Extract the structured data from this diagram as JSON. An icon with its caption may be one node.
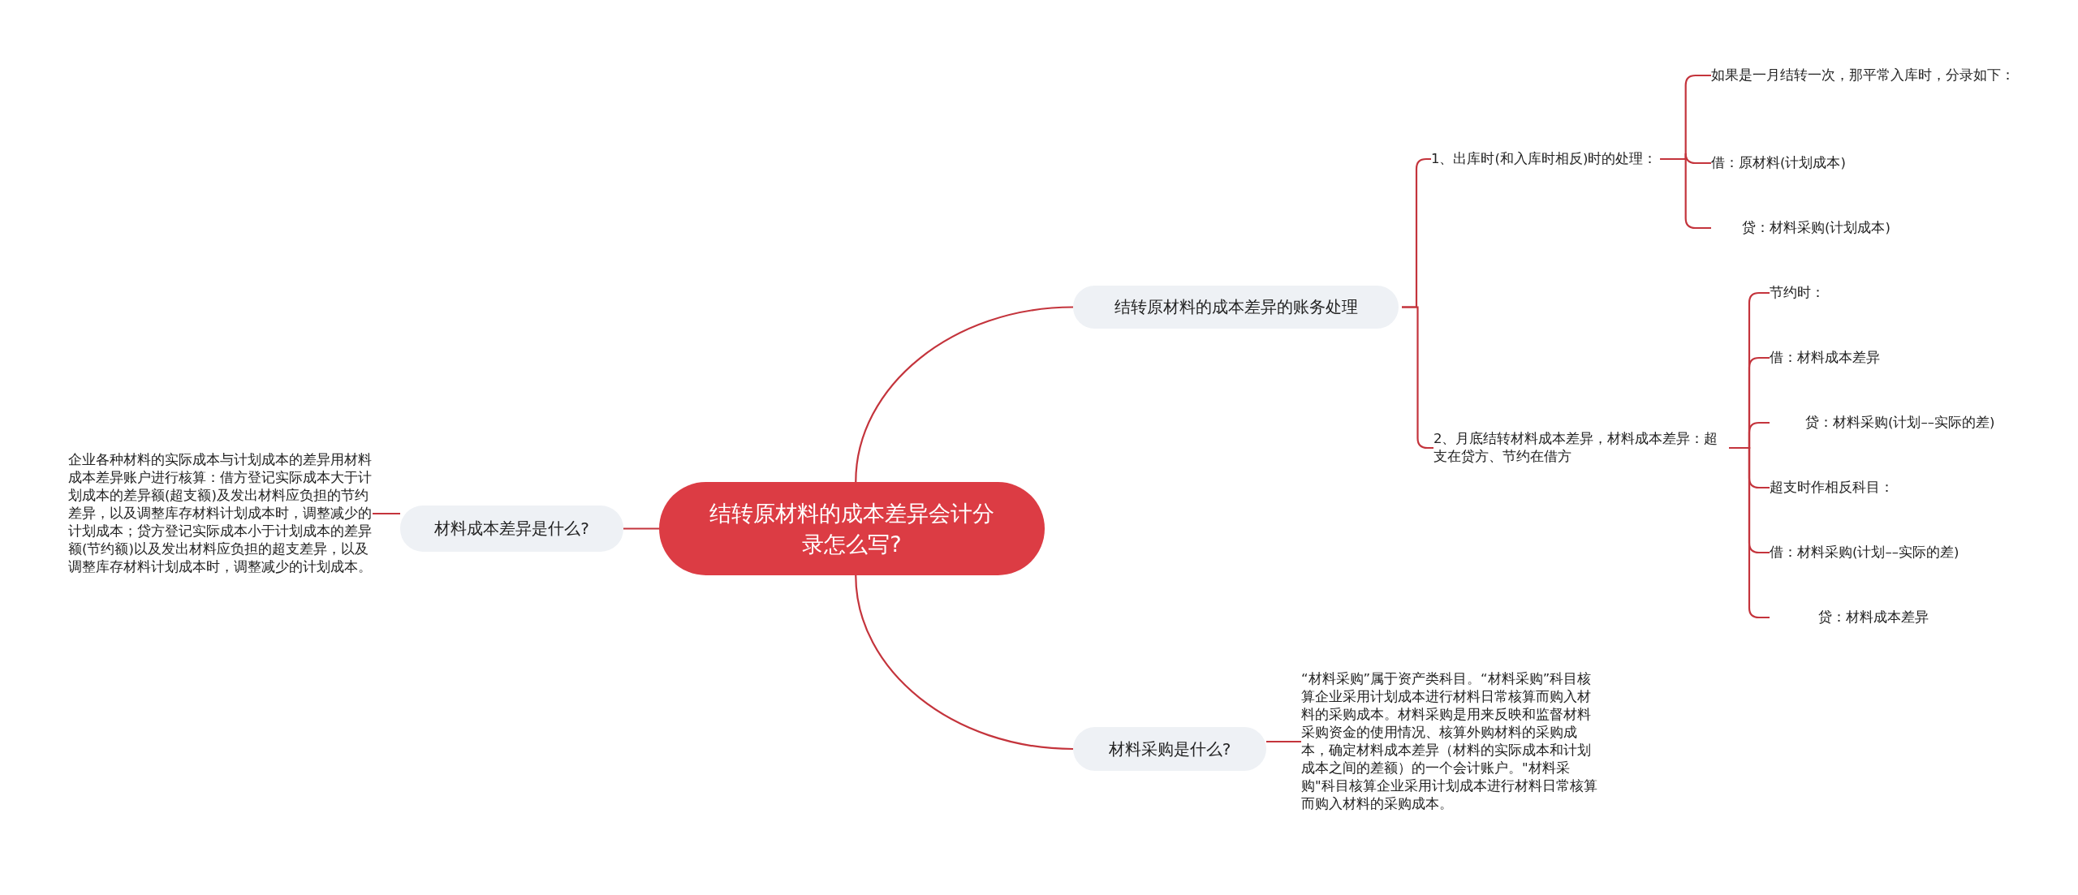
{
  "diagram": {
    "nodes": [
      {
        "text": [
          "结转原材料的成本差异会计分录怎么写?"
        ]
      },
      {
        "text": [
          "材料成本差异是什么?"
        ]
      },
      {
        "text": [
          "企业各种材料的实际成本与计划成本的差异用材料成本差异账户进行核算：借方登记实际成本大于计划成本的差异额(超支额)及发出材料应负担的节约差异，以及调整库存材料计划成本时，调整减少的计划成本；贷方登记实际成本小于计划成本的差异额(节约额)以及发出材料应负担的超支差异，以及调整库存材料计划成本时，调整减少的计划成本。"
        ]
      },
      {
        "text": [
          "结转原材料的成本差异的账务处理"
        ]
      },
      {
        "text": [
          "1、出库时(和入库时相反)时的处理："
        ]
      },
      {
        "text": [
          "如果是一月结转一次，那平常入库时，分录如下："
        ]
      },
      {
        "text": [
          "借：原材料(计划成本)"
        ]
      },
      {
        "text": [
          "贷：材料采购(计划成本)"
        ]
      },
      {
        "text": [
          "2、月底结转材料成本差异，材料成本差异：超支在贷方、节约在借方"
        ]
      },
      {
        "text": [
          "节约时："
        ]
      },
      {
        "text": [
          "借：材料成本差异"
        ]
      },
      {
        "text": [
          "贷：材料采购(计划––实际的差)"
        ]
      },
      {
        "text": [
          "超支时作相反科目："
        ]
      },
      {
        "text": [
          "借：材料采购(计划––实际的差)"
        ]
      },
      {
        "text": [
          "贷：材料成本差异"
        ]
      },
      {
        "text": [
          "材料采购是什么?"
        ]
      },
      {
        "text": [
          "“材料采购”属于资产类科目。“材料采购”科目核算企业采用计划成本进行材料日常核算而购入材料的采购成本。材料采购是用来反映和监督材料采购资金的使用情况、核算外购材料的采购成本，确定材料成本差异（材料的实际成本和计划成本之间的差额）的一个会计账户。\"材料采购\"科目核算企业采用计划成本进行材料日常核算而购入材料的采购成本。"
        ]
      }
    ],
    "edges": [
      {
        "from": 0,
        "to": 1,
        "arrow": "none"
      },
      {
        "from": 1,
        "to": 2,
        "arrow": "none"
      },
      {
        "from": 0,
        "to": 3,
        "arrow": "none"
      },
      {
        "from": 3,
        "to": 4,
        "arrow": "none"
      },
      {
        "from": 4,
        "to": 5,
        "arrow": "none"
      },
      {
        "from": 4,
        "to": 6,
        "arrow": "none"
      },
      {
        "from": 4,
        "to": 7,
        "arrow": "none"
      },
      {
        "from": 3,
        "to": 8,
        "arrow": "none"
      },
      {
        "from": 8,
        "to": 9,
        "arrow": "none"
      },
      {
        "from": 8,
        "to": 10,
        "arrow": "none"
      },
      {
        "from": 8,
        "to": 11,
        "arrow": "none"
      },
      {
        "from": 8,
        "to": 12,
        "arrow": "none"
      },
      {
        "from": 8,
        "to": 13,
        "arrow": "none"
      },
      {
        "from": 8,
        "to": 14,
        "arrow": "none"
      },
      {
        "from": 0,
        "to": 15,
        "arrow": "none"
      },
      {
        "from": 15,
        "to": 16,
        "arrow": "none"
      }
    ]
  }
}
